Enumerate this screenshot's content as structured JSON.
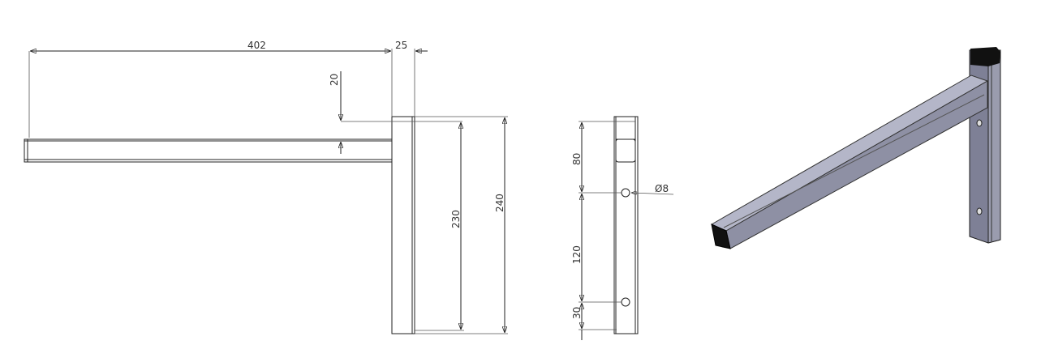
{
  "dimensions": {
    "arm_length": "402",
    "plate_thickness": "25",
    "arm_offset": "20",
    "inner_height": "230",
    "total_height": "240",
    "hole1_from_top": "80",
    "hole_spacing": "120",
    "hole2_from_bottom": "30",
    "hole_diameter": "Ø8"
  },
  "colors": {
    "line": "#222222",
    "steel": "#a4a6b8",
    "cap": "#111111"
  }
}
